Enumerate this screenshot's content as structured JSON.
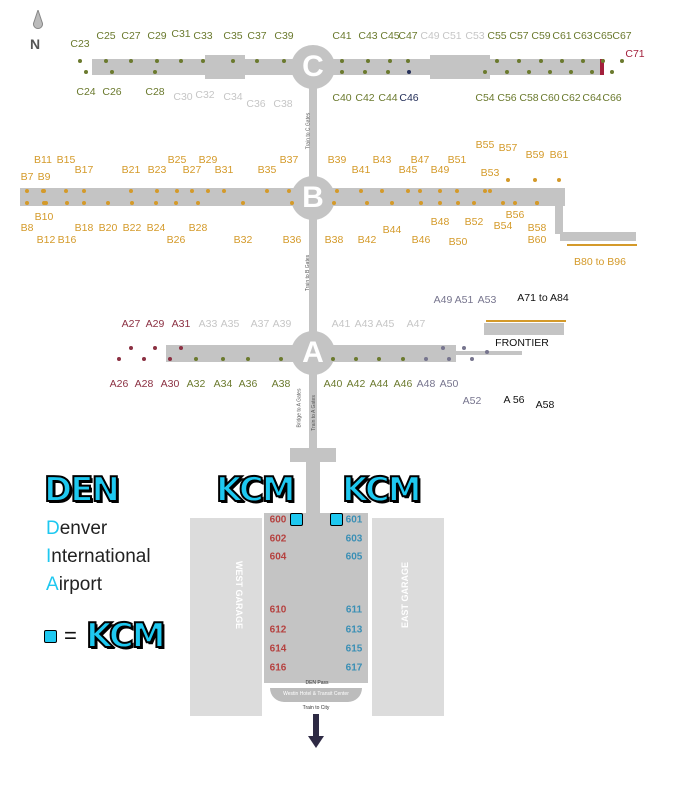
{
  "compass": {
    "label": "N"
  },
  "colors": {
    "olive": "#6b7a2e",
    "light": "#c6c6c6",
    "navy": "#25305a",
    "red": "#a3203c",
    "gold": "#d49a2a",
    "maroon": "#8b3042",
    "slate": "#77758e",
    "black": "#111111",
    "red600": "#b5413f",
    "blue601": "#3a8fb5",
    "kcm": "#1ec8f0"
  },
  "concourses": {
    "a": "A",
    "b": "B",
    "c": "C"
  },
  "gates_c": [
    {
      "t": "C23",
      "c": "olive"
    },
    {
      "t": "C25",
      "c": "olive"
    },
    {
      "t": "C27",
      "c": "olive"
    },
    {
      "t": "C29",
      "c": "olive"
    },
    {
      "t": "C31",
      "c": "olive"
    },
    {
      "t": "C33",
      "c": "olive"
    },
    {
      "t": "C35",
      "c": "olive"
    },
    {
      "t": "C37",
      "c": "olive"
    },
    {
      "t": "C39",
      "c": "olive"
    },
    {
      "t": "C41",
      "c": "olive"
    },
    {
      "t": "C43",
      "c": "olive"
    },
    {
      "t": "C45",
      "c": "olive"
    },
    {
      "t": "C47",
      "c": "olive"
    },
    {
      "t": "C49",
      "c": "light"
    },
    {
      "t": "C51",
      "c": "light"
    },
    {
      "t": "C53",
      "c": "light"
    },
    {
      "t": "C55",
      "c": "olive"
    },
    {
      "t": "C57",
      "c": "olive"
    },
    {
      "t": "C59",
      "c": "olive"
    },
    {
      "t": "C61",
      "c": "olive"
    },
    {
      "t": "C63",
      "c": "olive"
    },
    {
      "t": "C65",
      "c": "olive"
    },
    {
      "t": "C67",
      "c": "olive"
    },
    {
      "t": "C71",
      "c": "red"
    },
    {
      "t": "C24",
      "c": "olive"
    },
    {
      "t": "C26",
      "c": "olive"
    },
    {
      "t": "C28",
      "c": "olive"
    },
    {
      "t": "C30",
      "c": "light"
    },
    {
      "t": "C32",
      "c": "light"
    },
    {
      "t": "C34",
      "c": "light"
    },
    {
      "t": "C36",
      "c": "light"
    },
    {
      "t": "C38",
      "c": "light"
    },
    {
      "t": "C40",
      "c": "olive"
    },
    {
      "t": "C42",
      "c": "olive"
    },
    {
      "t": "C44",
      "c": "olive"
    },
    {
      "t": "C46",
      "c": "navy"
    },
    {
      "t": "C54",
      "c": "olive"
    },
    {
      "t": "C56",
      "c": "olive"
    },
    {
      "t": "C58",
      "c": "olive"
    },
    {
      "t": "C60",
      "c": "olive"
    },
    {
      "t": "C62",
      "c": "olive"
    },
    {
      "t": "C64",
      "c": "olive"
    },
    {
      "t": "C66",
      "c": "olive"
    }
  ],
  "gates_b": [
    "B7",
    "B9",
    "B11",
    "B15",
    "B17",
    "B21",
    "B23",
    "B25",
    "B27",
    "B29",
    "B31",
    "B35",
    "B37",
    "B39",
    "B41",
    "B43",
    "B45",
    "B47",
    "B49",
    "B51",
    "B53",
    "B55",
    "B57",
    "B59",
    "B61",
    "B8",
    "B10",
    "B12",
    "B16",
    "B18",
    "B20",
    "B22",
    "B24",
    "B26",
    "B28",
    "B32",
    "B36",
    "B38",
    "B42",
    "B44",
    "B46",
    "B48",
    "B50",
    "B52",
    "B54",
    "B56",
    "B58",
    "B60",
    "B80 to B96"
  ],
  "gates_a": [
    {
      "t": "A27",
      "c": "maroon"
    },
    {
      "t": "A29",
      "c": "maroon"
    },
    {
      "t": "A31",
      "c": "maroon"
    },
    {
      "t": "A33",
      "c": "light"
    },
    {
      "t": "A35",
      "c": "light"
    },
    {
      "t": "A37",
      "c": "light"
    },
    {
      "t": "A39",
      "c": "light"
    },
    {
      "t": "A41",
      "c": "light"
    },
    {
      "t": "A43",
      "c": "light"
    },
    {
      "t": "A45",
      "c": "light"
    },
    {
      "t": "A47",
      "c": "light"
    },
    {
      "t": "A49",
      "c": "slate"
    },
    {
      "t": "A51",
      "c": "slate"
    },
    {
      "t": "A53",
      "c": "slate"
    },
    {
      "t": "A71 to A84",
      "c": "black"
    },
    {
      "t": "FRONTIER",
      "c": "black"
    },
    {
      "t": "A26",
      "c": "maroon"
    },
    {
      "t": "A28",
      "c": "maroon"
    },
    {
      "t": "A30",
      "c": "maroon"
    },
    {
      "t": "A32",
      "c": "olive"
    },
    {
      "t": "A34",
      "c": "olive"
    },
    {
      "t": "A36",
      "c": "olive"
    },
    {
      "t": "A38",
      "c": "olive"
    },
    {
      "t": "A40",
      "c": "olive"
    },
    {
      "t": "A42",
      "c": "olive"
    },
    {
      "t": "A44",
      "c": "olive"
    },
    {
      "t": "A46",
      "c": "olive"
    },
    {
      "t": "A48",
      "c": "slate"
    },
    {
      "t": "A50",
      "c": "slate"
    },
    {
      "t": "A52",
      "c": "slate"
    },
    {
      "t": "A 56",
      "c": "black"
    },
    {
      "t": "A58",
      "c": "black"
    }
  ],
  "terminal": {
    "west_doors": [
      "600",
      "602",
      "604",
      "610",
      "612",
      "614",
      "616"
    ],
    "east_doors": [
      "601",
      "603",
      "605",
      "611",
      "613",
      "615",
      "617"
    ],
    "west_garage": "WEST GARAGE",
    "east_garage": "EAST GARAGE",
    "den_pass": "DEN Pass",
    "westin": "Westin Hotel & Transit Center",
    "train_city": "Train to City",
    "train_c": "Train to C Gates",
    "train_b": "Train to B Gates",
    "train_a": "Train to A Gates",
    "bridge_a": "Bridge to A Gates"
  },
  "kcm_label": "KCM",
  "legend": {
    "logo": "DEN",
    "line1_initial": "D",
    "line1_rest": "enver",
    "line2_initial": "I",
    "line2_rest": "nternational",
    "line3_initial": "A",
    "line3_rest": "irport",
    "equals": "="
  }
}
